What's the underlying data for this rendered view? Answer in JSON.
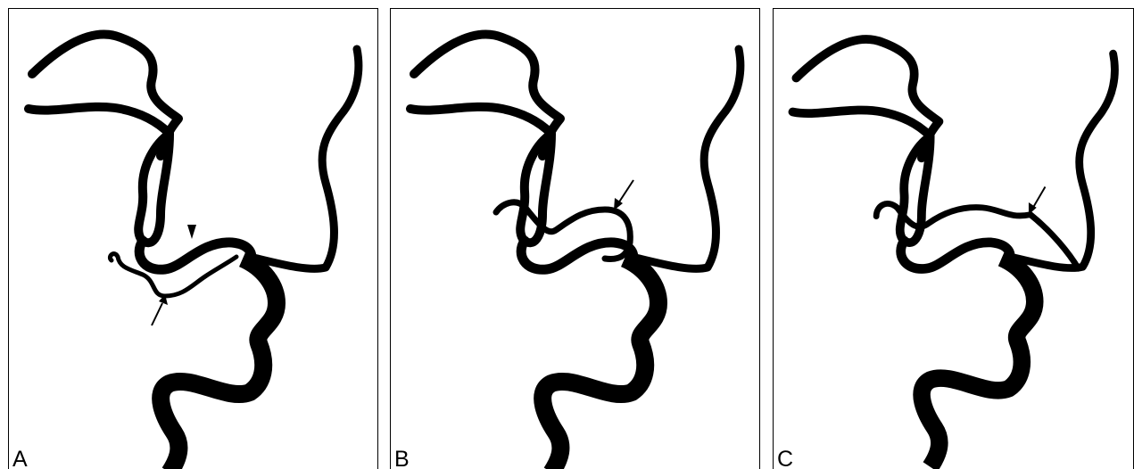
{
  "panels": [
    {
      "id": "a",
      "label": "A"
    },
    {
      "id": "b",
      "label": "B"
    },
    {
      "id": "c",
      "label": "C"
    }
  ],
  "colors": {
    "vessel": "#000000",
    "background": "#ffffff",
    "frame": "#000000"
  }
}
